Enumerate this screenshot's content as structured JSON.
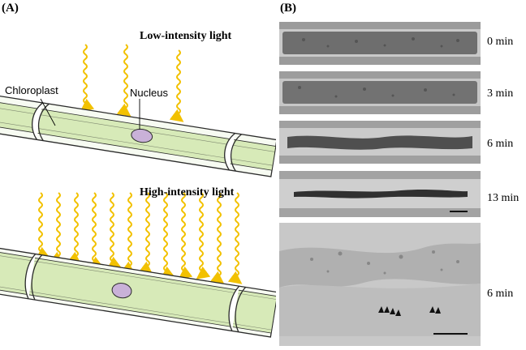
{
  "panels": {
    "a": {
      "label": "(A)"
    },
    "b": {
      "label": "(B)"
    }
  },
  "diagram": {
    "low_title": "Low-intensity light",
    "high_title": "High-intensity light",
    "chloroplast_label": "Chloroplast",
    "nucleus_label": "Nucleus"
  },
  "micrographs": [
    {
      "time": "0 min"
    },
    {
      "time": "3 min"
    },
    {
      "time": "6 min"
    },
    {
      "time": "13 min"
    },
    {
      "time": "6 min"
    }
  ],
  "colors": {
    "light": "#f2c100",
    "chloroplast": "#d7eab8",
    "nucleus": "#c9b1d8",
    "cell_wall": "#2a2a2a",
    "micrograph_bg": "#9a9a9a"
  }
}
